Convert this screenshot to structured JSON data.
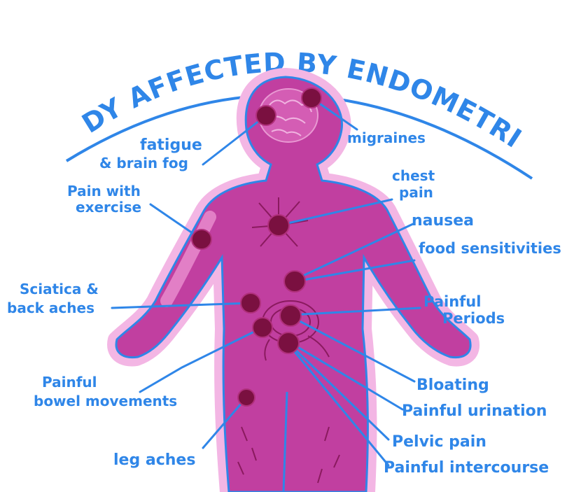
{
  "title": "A BODY AFFECTED BY ENDOMETRIOSIS",
  "labels": {
    "fatigue_1": "fatigue",
    "fatigue_2": "& brain fog",
    "migraines": "migraines",
    "exercise_1": "Pain with",
    "exercise_2": "exercise",
    "chest_1": "chest",
    "chest_2": "pain",
    "nausea": "nausea",
    "food": "food sensitivities",
    "sciatica_1": "Sciatica &",
    "sciatica_2": "back aches",
    "periods_1": "Painful",
    "periods_2": "Periods",
    "bowel_1": "Painful",
    "bowel_2": "bowel movements",
    "bloating": "Bloating",
    "urination": "Painful urination",
    "pelvic": "Pelvic pain",
    "intercourse": "Painful intercourse",
    "leg": "leg aches"
  },
  "colors": {
    "ink": "#2f86e8",
    "body": "#c13fa0",
    "body_light": "#d866b8",
    "outline": "#f0a9dd",
    "spot": "#7a1040"
  }
}
